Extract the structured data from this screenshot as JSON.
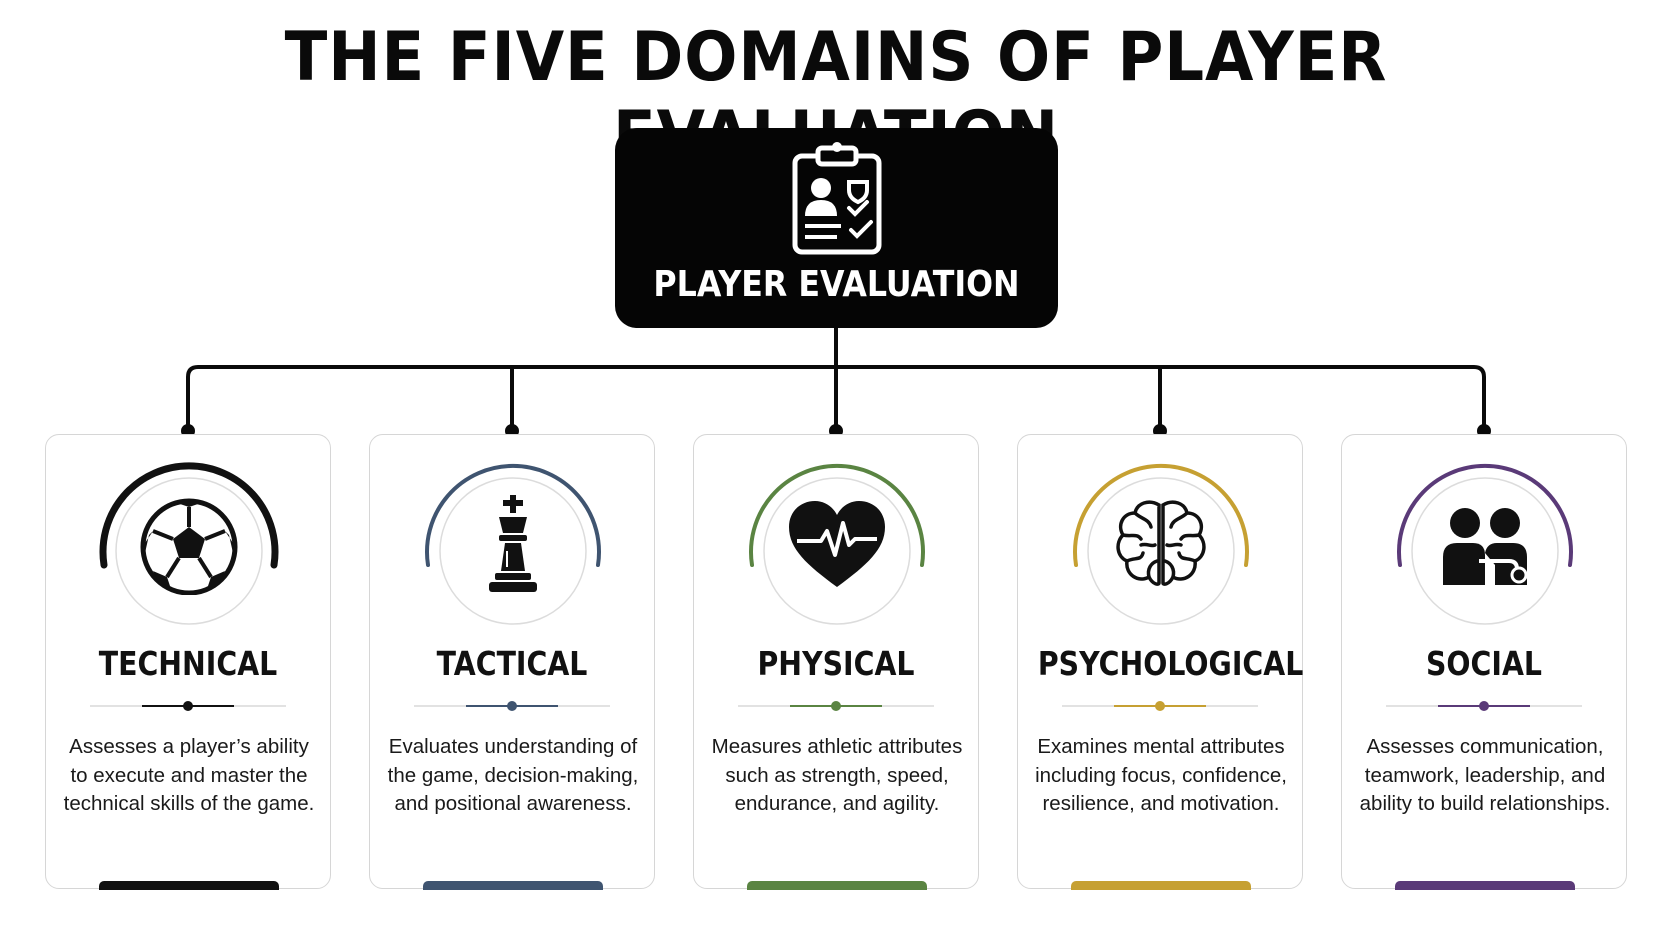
{
  "title": "THE FIVE DOMAINS OF PLAYER EVALUATION",
  "root": {
    "label": "PLAYER EVALUATION",
    "icon": "clipboard-player-checklist-icon"
  },
  "domains": [
    {
      "title": "TECHNICAL",
      "description": "Assesses a player’s ability to execute and master the technical skills of the game.",
      "color": "#111111",
      "icon": "soccer-ball-icon"
    },
    {
      "title": "TACTICAL",
      "description": "Evaluates understanding of the game, decision-making, and positional awareness.",
      "color": "#3f5470",
      "icon": "chess-king-icon"
    },
    {
      "title": "PHYSICAL",
      "description": "Measures athletic attributes such as strength, speed, endurance, and agility.",
      "color": "#5a8442",
      "icon": "heart-pulse-icon"
    },
    {
      "title": "PSYCHOLOGICAL",
      "description": "Examines mental attributes including focus, confidence, resilience, and motivation.",
      "color": "#c6a032",
      "icon": "brain-icon"
    },
    {
      "title": "SOCIAL",
      "description": "Assesses communication, teamwork, leadership, and ability to build relationships.",
      "color": "#5a3a78",
      "icon": "people-icon"
    }
  ]
}
